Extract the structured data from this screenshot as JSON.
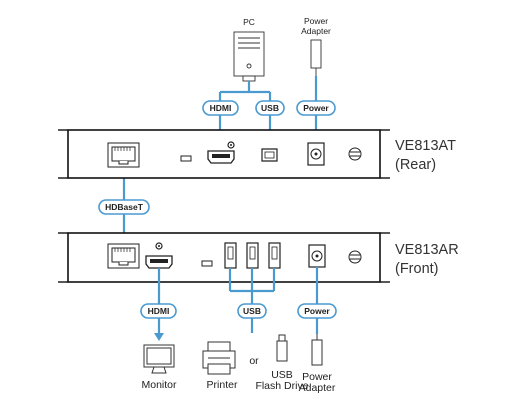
{
  "sources": {
    "pc": "PC",
    "power_adapter_top": [
      "Power",
      "Adapter"
    ]
  },
  "connectors": {
    "hdmi_top": "HDMI",
    "usb_top": "USB",
    "power_top": "Power",
    "hdbaset": "HDBaseT",
    "hdmi_bottom": "HDMI",
    "usb_bottom": "USB",
    "power_bottom": "Power"
  },
  "units": {
    "transmitter": [
      "VE813AT",
      "(Rear)"
    ],
    "receiver": [
      "VE813AR",
      "(Front)"
    ]
  },
  "devices": {
    "monitor": "Monitor",
    "printer": "Printer",
    "or_text": "or",
    "flash_drive": [
      "USB",
      "Flash Drive"
    ],
    "power_adapter_bottom": [
      "Power",
      "Adapter"
    ]
  },
  "colors": {
    "cable": "#4a9ad0",
    "pill_border": "#4a9ad0",
    "hardware": "#222222"
  }
}
